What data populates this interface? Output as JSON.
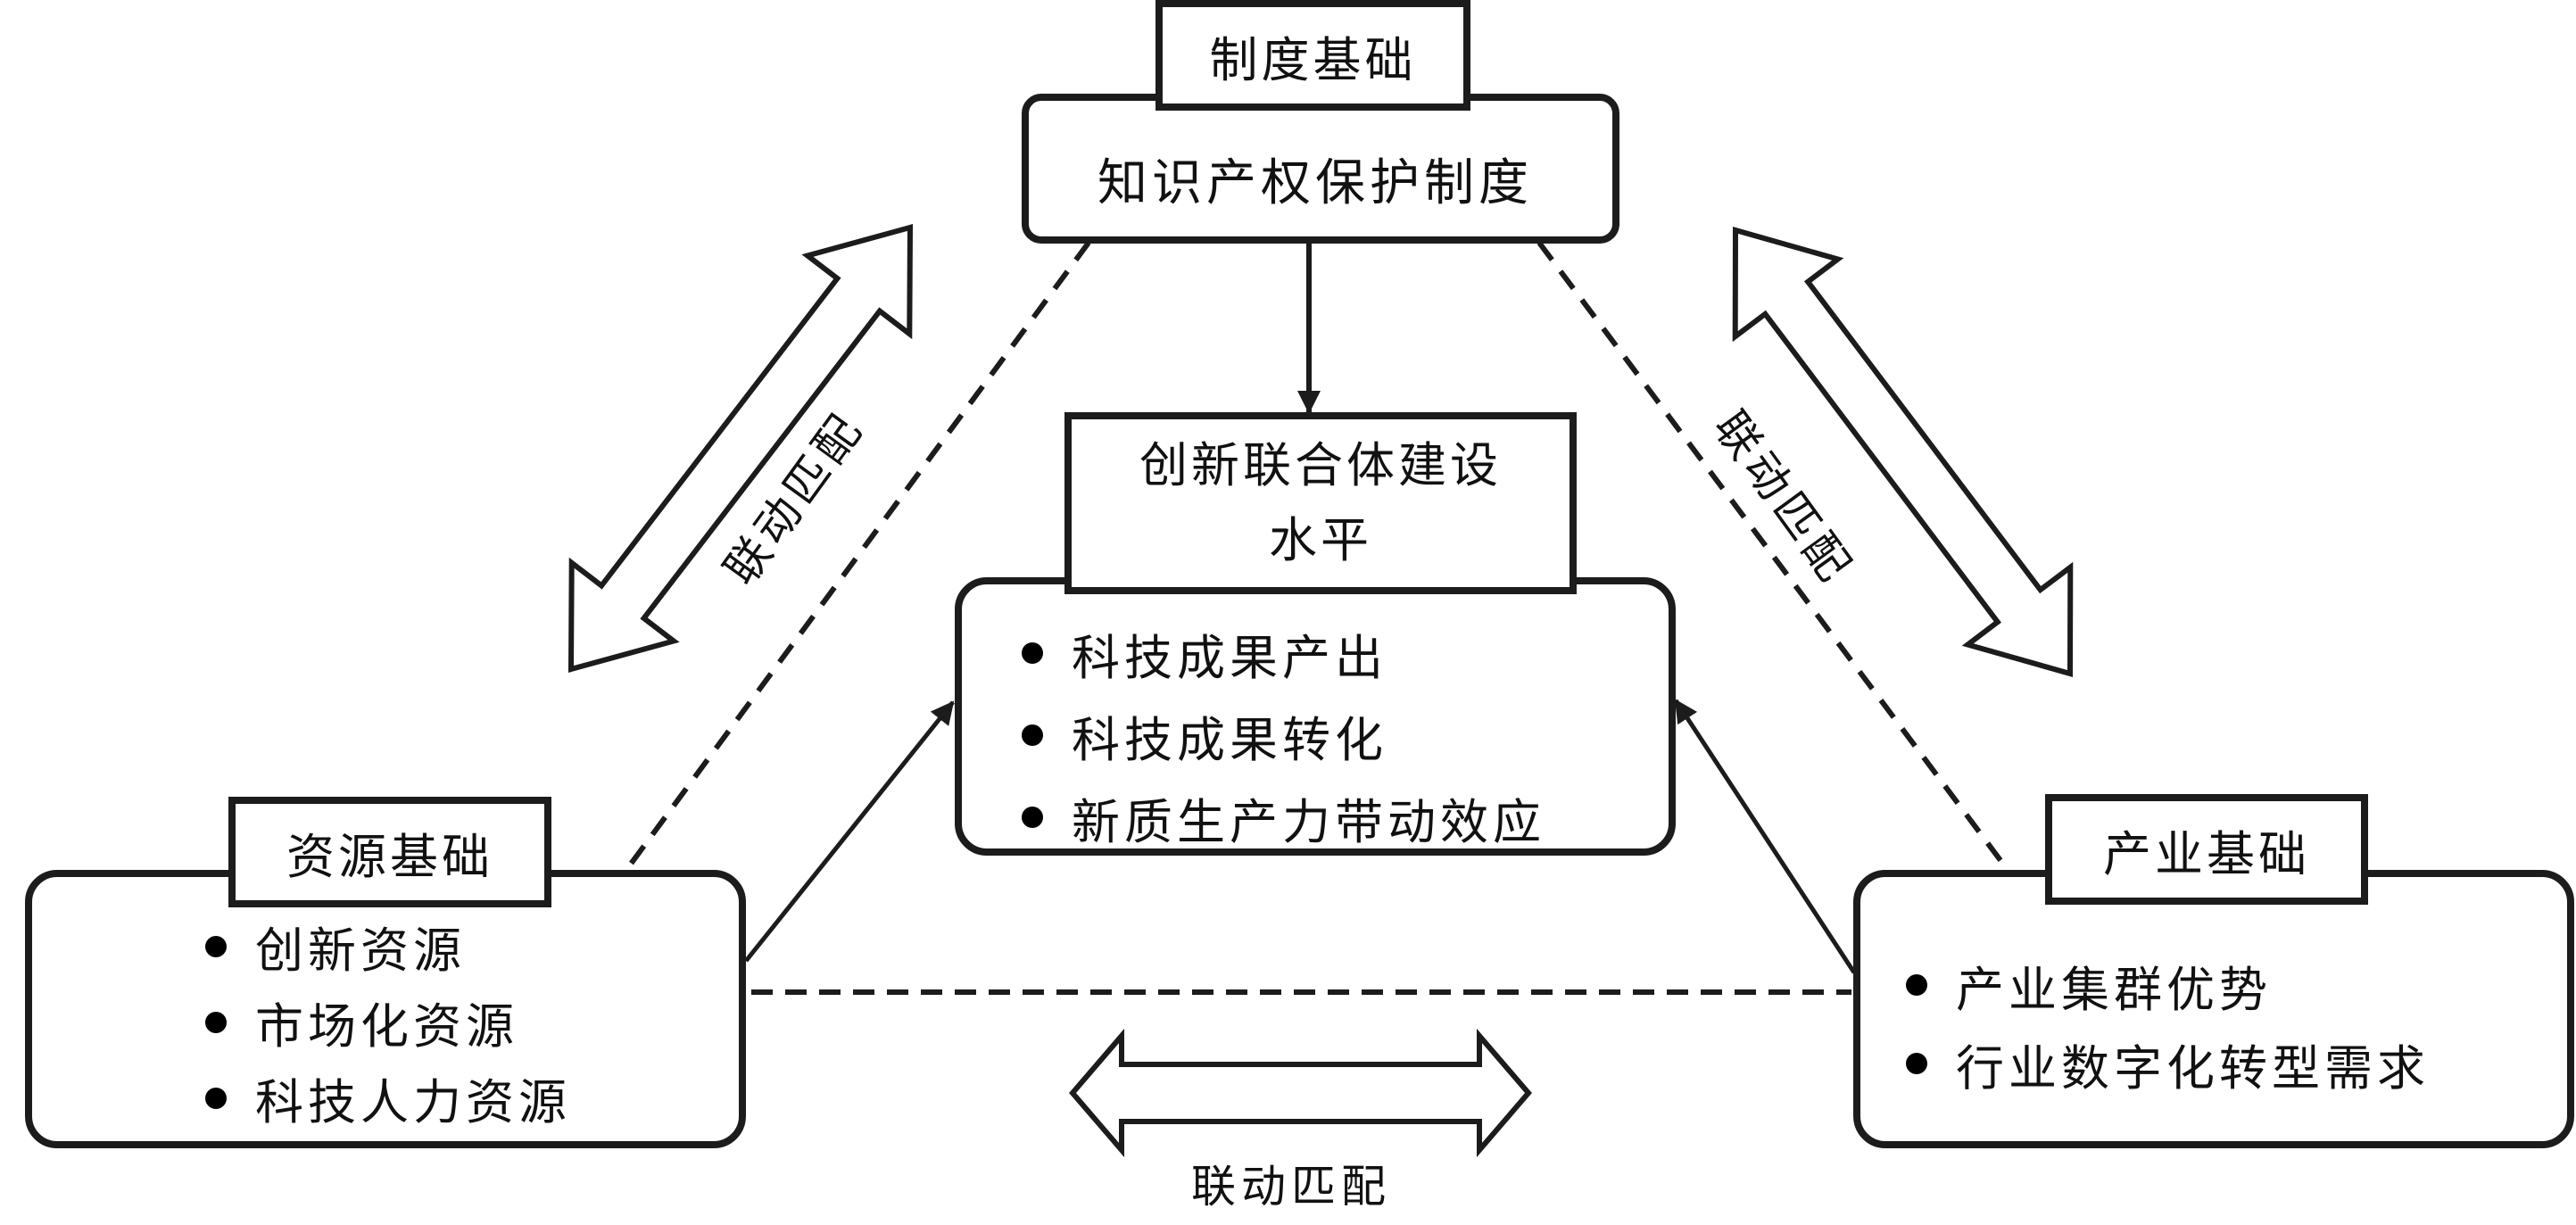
{
  "institutional": {
    "label": "制度基础",
    "content": "知识产权保护制度"
  },
  "center": {
    "label_line1": "创新联合体建设",
    "label_line2": "水平",
    "items": [
      "科技成果产出",
      "科技成果转化",
      "新质生产力带动效应"
    ]
  },
  "resource": {
    "label": "资源基础",
    "items": [
      "创新资源",
      "市场化资源",
      "科技人力资源"
    ]
  },
  "industry": {
    "label": "产业基础",
    "items": [
      "产业集群优势",
      "行业数字化转型需求"
    ]
  },
  "links": {
    "left": "联动匹配",
    "right": "联动匹配",
    "bottom": "联动匹配"
  },
  "colors": {
    "stroke": "#1c1c1c",
    "background": "#ffffff"
  }
}
